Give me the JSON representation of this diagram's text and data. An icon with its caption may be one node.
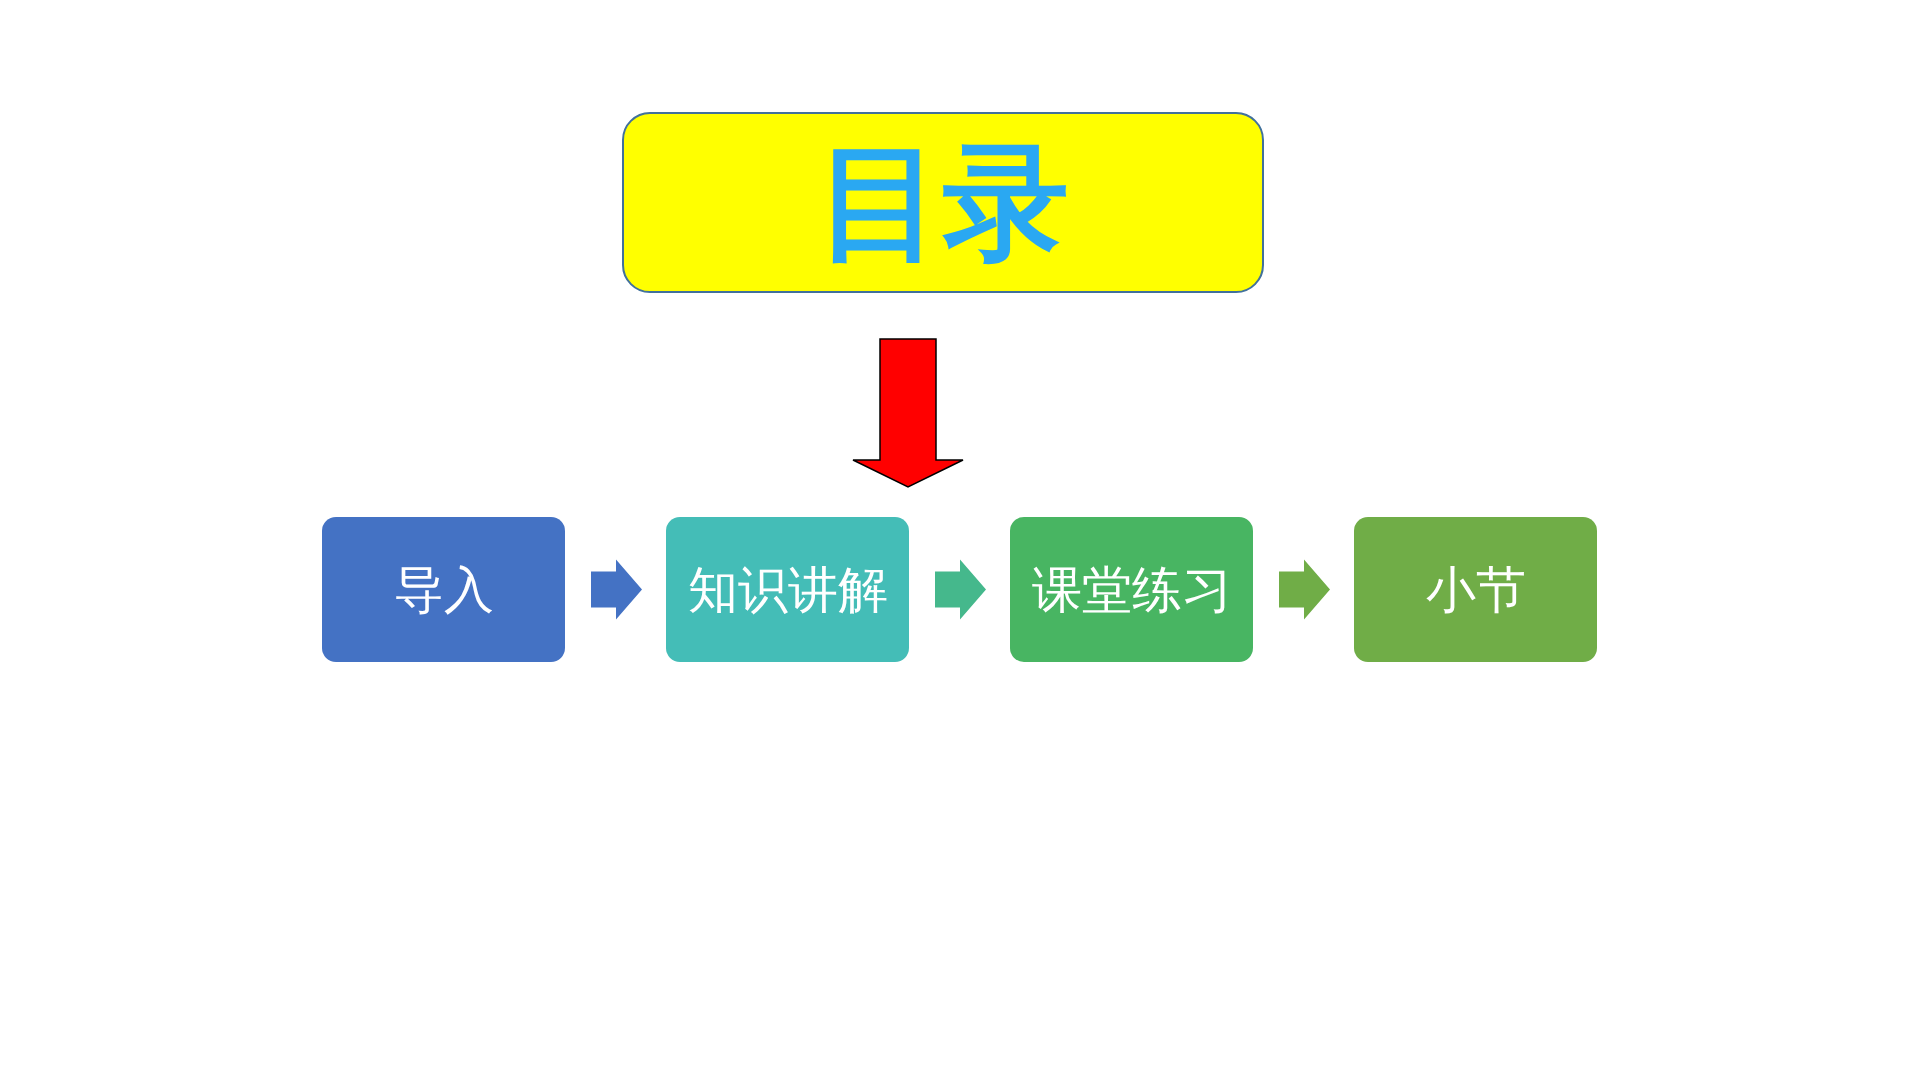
{
  "diagram": {
    "nodes": [
      {
        "text": [
          "目录"
        ]
      },
      {
        "text": [
          "导入"
        ]
      },
      {
        "text": [
          "知识讲解"
        ]
      },
      {
        "text": [
          "课堂练习"
        ]
      },
      {
        "text": [
          "小节"
        ]
      }
    ],
    "edges": [
      {
        "from": 0,
        "to": 2,
        "arrow": "to",
        "color": "#ff0000"
      },
      {
        "from": 1,
        "to": 2,
        "arrow": "to",
        "color": "#4472c4"
      },
      {
        "from": 2,
        "to": 3,
        "arrow": "to",
        "color": "#45b88c"
      },
      {
        "from": 3,
        "to": 4,
        "arrow": "to",
        "color": "#70ad47"
      }
    ]
  }
}
